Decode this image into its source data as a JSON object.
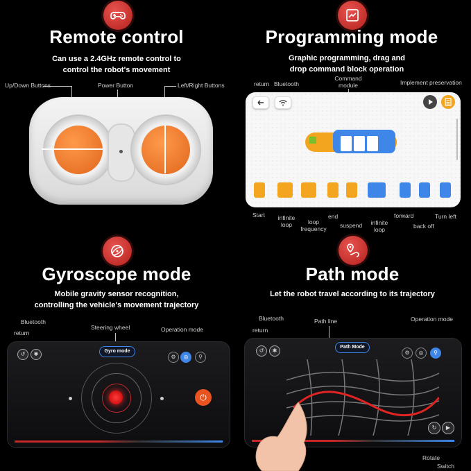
{
  "remote": {
    "title": "Remote control",
    "subtitle_1": "Can use a 2.4GHz remote control to",
    "subtitle_2": "control the robot's movement",
    "label_updown": "Up/Down Buttons",
    "label_power": "Power Button",
    "label_leftright": "Left/Right Buttons",
    "icon": "gamepad-icon"
  },
  "programming": {
    "title": "Programming mode",
    "subtitle_1": "Graphic programming, drag and",
    "subtitle_2": "drop command block operation",
    "label_return": "return",
    "label_bluetooth": "Bluetooth",
    "label_command_1": "Command",
    "label_command_2": "module",
    "label_implement": "Implement preservation",
    "label_start": "Start",
    "label_infinite_loop_1": "infinite",
    "label_infinite_loop_2": "loop",
    "label_loop_freq_1": "loop",
    "label_loop_freq_2": "frequency",
    "label_end": "end",
    "label_suspend": "suspend",
    "label_infinite_loop2_1": "infinite",
    "label_infinite_loop2_2": "loop",
    "label_forward": "forward",
    "label_backoff": "back off",
    "label_turnleft": "Turn left",
    "icon": "circuit-board-icon"
  },
  "gyro": {
    "title": "Gyroscope mode",
    "subtitle_1": "Mobile gravity sensor recognition,",
    "subtitle_2": "controlling the vehicle's movement trajectory",
    "label_bluetooth": "Bluetooth",
    "label_return": "return",
    "label_steering": "Steering wheel",
    "label_operation": "Operation mode",
    "mode_pill": "Gyro mode",
    "icon": "gyroscope-icon"
  },
  "path": {
    "title": "Path mode",
    "subtitle_1": "Let the robot travel according to its trajectory",
    "label_bluetooth": "Bluetooth",
    "label_return": "return",
    "label_pathline": "Path line",
    "label_operation": "Operation mode",
    "mode_pill": "Path Mode",
    "label_rotate": "Rotate",
    "label_switch": "Switch",
    "icon": "route-pin-icon"
  },
  "colors": {
    "accent_red": "#d7312c",
    "accent_orange": "#e8731f",
    "accent_blue": "#3e86e8",
    "block_orange": "#f3a51f"
  }
}
